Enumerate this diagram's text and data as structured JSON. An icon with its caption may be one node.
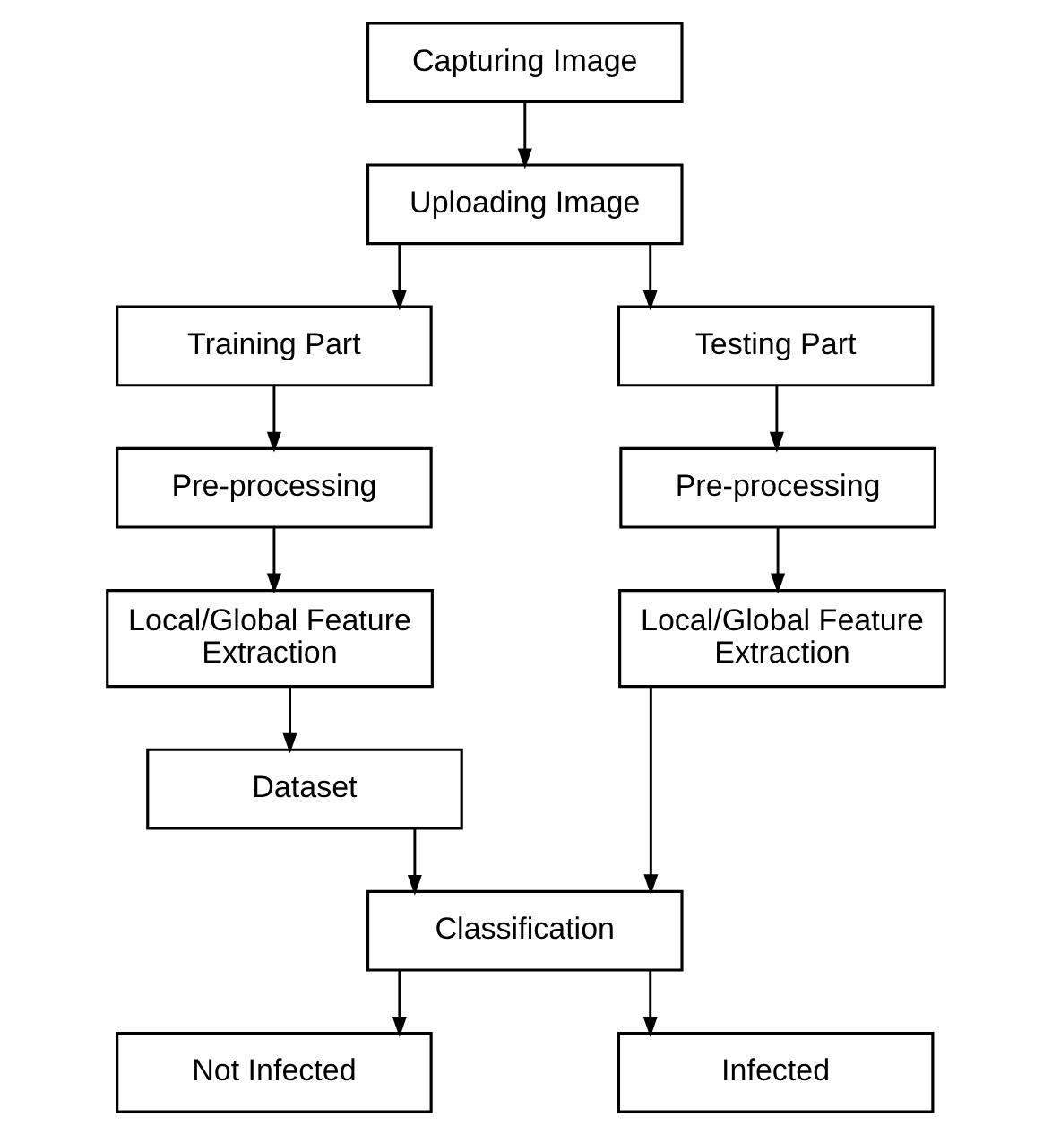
{
  "diagram": {
    "nodes": [
      {
        "text": [
          "Capturing Image"
        ]
      },
      {
        "text": [
          "Uploading Image"
        ]
      },
      {
        "text": [
          "Training Part"
        ]
      },
      {
        "text": [
          "Testing Part"
        ]
      },
      {
        "text": [
          "Pre-processing"
        ]
      },
      {
        "text": [
          "Pre-processing"
        ]
      },
      {
        "text": [
          "Local/Global Feature Extraction"
        ]
      },
      {
        "text": [
          "Local/Global Feature Extraction"
        ]
      },
      {
        "text": [
          "Dataset"
        ]
      },
      {
        "text": [
          "Classification"
        ]
      },
      {
        "text": [
          "Not Infected"
        ]
      },
      {
        "text": [
          "Infected"
        ]
      }
    ],
    "edges": [
      {
        "from": 0,
        "to": 1,
        "arrow": "to"
      },
      {
        "from": 1,
        "to": 2,
        "arrow": "to"
      },
      {
        "from": 1,
        "to": 3,
        "arrow": "to"
      },
      {
        "from": 2,
        "to": 4,
        "arrow": "to"
      },
      {
        "from": 4,
        "to": 6,
        "arrow": "to"
      },
      {
        "from": 6,
        "to": 8,
        "arrow": "to"
      },
      {
        "from": 3,
        "to": 5,
        "arrow": "to"
      },
      {
        "from": 5,
        "to": 7,
        "arrow": "to"
      },
      {
        "from": 8,
        "to": 9,
        "arrow": "to"
      },
      {
        "from": 7,
        "to": 9,
        "arrow": "to"
      },
      {
        "from": 9,
        "to": 10,
        "arrow": "to"
      },
      {
        "from": 9,
        "to": 11,
        "arrow": "to"
      }
    ]
  }
}
